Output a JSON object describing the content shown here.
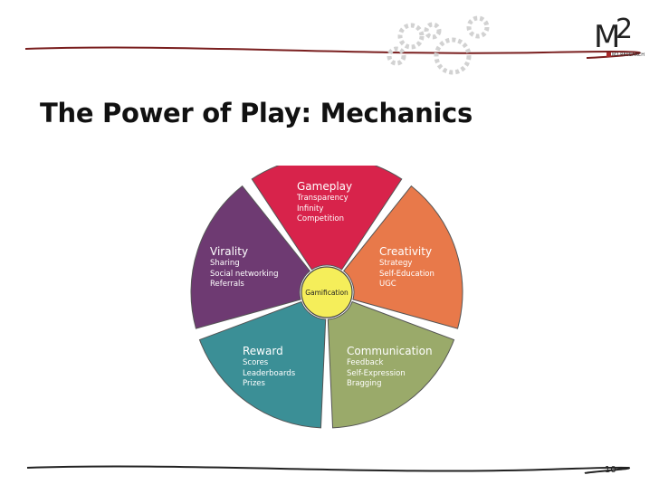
{
  "slide": {
    "title": "The Power of Play: Mechanics",
    "page_number": "10"
  },
  "logo": {
    "letter": "M",
    "digit": "2",
    "subtitle": "M2 RESEARCH"
  },
  "colors": {
    "rule": "#7a1f1f",
    "gameplay": "#d8234b",
    "creativity": "#e8794a",
    "communication": "#9aaa6a",
    "reward": "#3b8f96",
    "virality": "#6e3a72",
    "center": "#f5ee5a",
    "gear": "#d2d2d2"
  },
  "diagram": {
    "center": "Gamification",
    "segments": [
      {
        "id": "gameplay",
        "heading": "Gameplay",
        "items": [
          "Transparency",
          "Infinity",
          "Competition"
        ]
      },
      {
        "id": "creativity",
        "heading": "Creativity",
        "items": [
          "Strategy",
          "Self-Education",
          "UGC"
        ]
      },
      {
        "id": "communication",
        "heading": "Communication",
        "items": [
          "Feedback",
          "Self-Expression",
          "Bragging"
        ]
      },
      {
        "id": "reward",
        "heading": "Reward",
        "items": [
          "Scores",
          "Leaderboards",
          "Prizes"
        ]
      },
      {
        "id": "virality",
        "heading": "Virality",
        "items": [
          "Sharing",
          "Social networking",
          "Referrals"
        ]
      }
    ]
  }
}
